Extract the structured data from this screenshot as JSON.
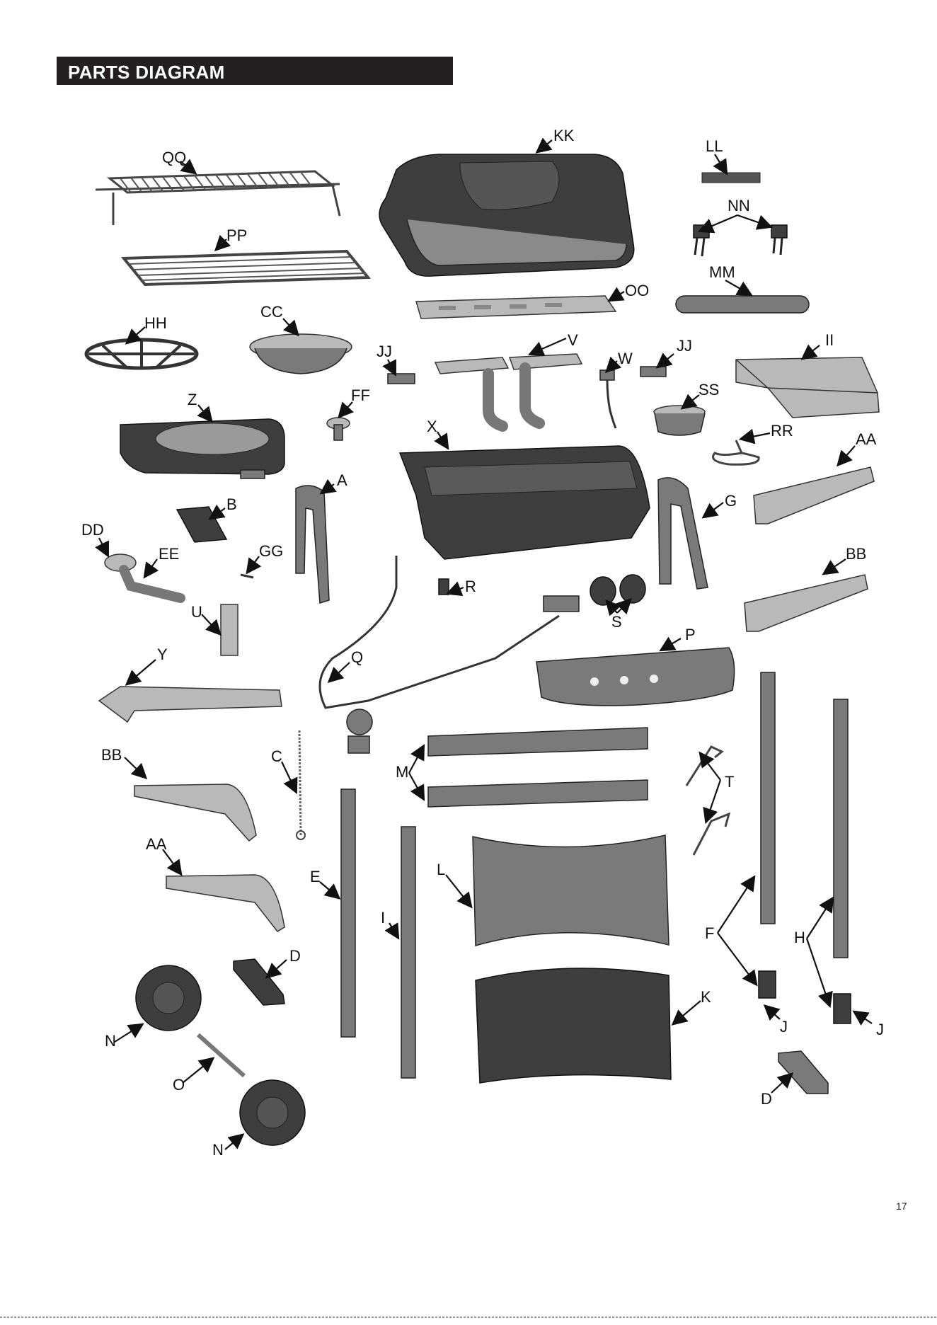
{
  "header": {
    "title": "PARTS DIAGRAM"
  },
  "page_number": "17",
  "labels": {
    "QQ": "QQ",
    "PP": "PP",
    "KK": "KK",
    "LL": "LL",
    "NN": "NN",
    "MM": "MM",
    "OO": "OO",
    "HH": "HH",
    "CC": "CC",
    "JJ": "JJ",
    "V": "V",
    "W": "W",
    "II": "II",
    "Z": "Z",
    "FF": "FF",
    "SS": "SS",
    "X": "X",
    "RR": "RR",
    "AA": "AA",
    "A": "A",
    "B": "B",
    "G": "G",
    "DD": "DD",
    "EE": "EE",
    "GG": "GG",
    "BB": "BB",
    "R": "R",
    "U": "U",
    "S": "S",
    "P": "P",
    "Y": "Y",
    "Q": "Q",
    "C": "C",
    "M": "M",
    "T": "T",
    "L": "L",
    "E": "E",
    "I": "I",
    "F": "F",
    "H": "H",
    "D": "D",
    "K": "K",
    "J": "J",
    "N": "N",
    "O": "O"
  }
}
